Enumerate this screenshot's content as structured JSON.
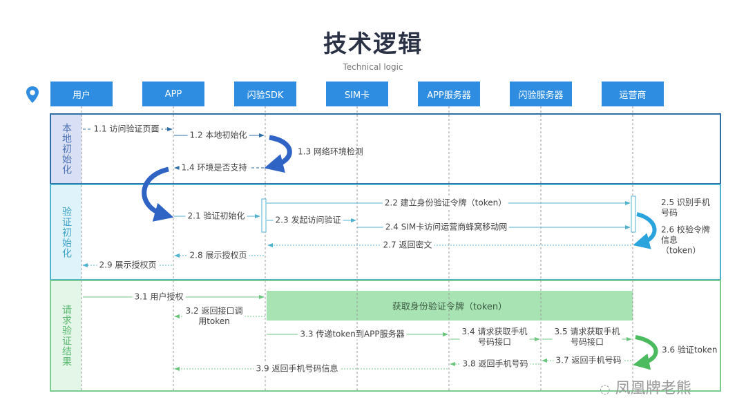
{
  "header": {
    "title": "技术逻辑",
    "subtitle": "Technical logic",
    "location_icon": "map-pin-icon"
  },
  "actors": [
    "用户",
    "APP",
    "闪验SDK",
    "SIM卡",
    "APP服务器",
    "闪验服务器",
    "运营商"
  ],
  "sections": [
    {
      "label": "本地初始化",
      "border": "#2e6ea6",
      "bg": "#d9e0f5",
      "text": "#4a6fb5"
    },
    {
      "label": "验证初始化",
      "border": "#4fb3d0",
      "bg": "#dff3fa",
      "text": "#3fa2c8"
    },
    {
      "label": "请求验证结果",
      "border": "#7acb8f",
      "bg": "#e4f6e8",
      "text": "#5ab86f"
    }
  ],
  "messages": {
    "m1_1": "1.1 访问验证页面",
    "m1_2": "1.2 本地初始化",
    "m1_3": "1.3 网络环境检测",
    "m1_4": "1.4 环境是否支持",
    "m2_1": "2.1 验证初始化",
    "m2_2": "2.2 建立身份验证令牌（token）",
    "m2_3": "2.3 发起访问验证",
    "m2_4": "2.4 SIM卡访问运营商蜂窝移动网",
    "m2_5a": "2.5 识别手机",
    "m2_5b": "号码",
    "m2_6a": "2.6 校验令牌",
    "m2_6b": "信息",
    "m2_6c": "（token）",
    "m2_7": "2.7 返回密文",
    "m2_8": "2.8 展示授权页",
    "m2_9": "2.9 展示授权页",
    "m3_1": "3.1 用户授权",
    "band": "获取身份验证令牌（token）",
    "m3_2a": "3.2 返回接口调",
    "m3_2b": "用token",
    "m3_3": "3.3 传递token到APP服务器",
    "m3_4a": "3.4 请求获取手机",
    "m3_4b": "号码接口",
    "m3_5a": "3.5 请求获取手机",
    "m3_5b": "号码接口",
    "m3_6": "3.6 验证token",
    "m3_7": "3.7 返回手机号码",
    "m3_8": "3.8 返回手机号码",
    "m3_9": "3.9 返回手机号码信息"
  },
  "watermark": "凤凰牌老熊",
  "colors": {
    "actor": "#2e8de0",
    "blue_arrow": "#2f63c4",
    "cyan_line": "#4fb3d0",
    "green_line": "#6cc47f",
    "band": "#a8e3b4"
  }
}
